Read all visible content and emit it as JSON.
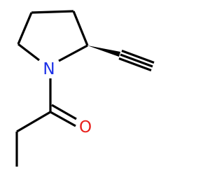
{
  "molecule": {
    "atoms": [
      {
        "id": "n1",
        "symbol": "N",
        "shown": true,
        "color": "#1c30e8"
      },
      {
        "id": "o1",
        "symbol": "O",
        "shown": true,
        "color": "#e8201c"
      },
      {
        "id": "c2",
        "symbol": "C",
        "shown": false,
        "color": "#000000"
      },
      {
        "id": "c3",
        "symbol": "C",
        "shown": false,
        "color": "#000000"
      },
      {
        "id": "c4",
        "symbol": "C",
        "shown": false,
        "color": "#000000"
      },
      {
        "id": "c5",
        "symbol": "C",
        "shown": false,
        "color": "#000000"
      },
      {
        "id": "c6",
        "symbol": "C",
        "shown": false,
        "color": "#000000"
      },
      {
        "id": "c7",
        "symbol": "C",
        "shown": false,
        "color": "#000000"
      },
      {
        "id": "c8",
        "symbol": "C",
        "shown": false,
        "color": "#000000"
      },
      {
        "id": "c9",
        "symbol": "C",
        "shown": false,
        "color": "#000000"
      },
      {
        "id": "c10",
        "symbol": "C",
        "shown": false,
        "color": "#000000"
      }
    ],
    "bonds": [
      {
        "from": "n1",
        "to": "c2",
        "order": 1,
        "style": "plain"
      },
      {
        "from": "c2",
        "to": "c3",
        "order": 1,
        "style": "plain"
      },
      {
        "from": "c3",
        "to": "c4",
        "order": 1,
        "style": "plain"
      },
      {
        "from": "c4",
        "to": "c5",
        "order": 1,
        "style": "plain"
      },
      {
        "from": "c5",
        "to": "n1",
        "order": 1,
        "style": "plain"
      },
      {
        "from": "c5",
        "to": "c6",
        "order": 1,
        "style": "wedge"
      },
      {
        "from": "c6",
        "to": "c7",
        "order": 3,
        "style": "plain"
      },
      {
        "from": "n1",
        "to": "c8",
        "order": 1,
        "style": "plain"
      },
      {
        "from": "c8",
        "to": "o1",
        "order": 2,
        "style": "plain"
      },
      {
        "from": "c8",
        "to": "c9",
        "order": 1,
        "style": "plain"
      },
      {
        "from": "c9",
        "to": "c10",
        "order": 1,
        "style": "plain"
      }
    ]
  }
}
